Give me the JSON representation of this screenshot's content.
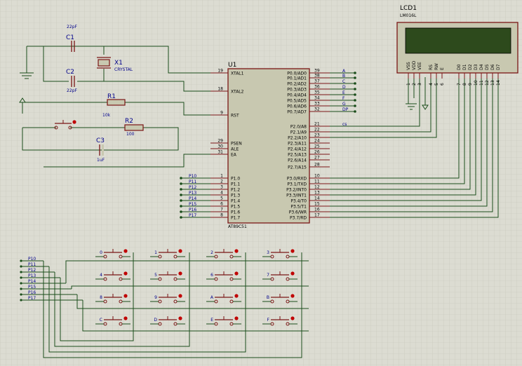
{
  "mcu": {
    "ref": "U1",
    "part": "AT89C51",
    "left_pins": [
      {
        "num": "19",
        "name": "XTAL1"
      },
      {
        "num": "18",
        "name": "XTAL2"
      },
      {
        "num": "9",
        "name": "RST"
      },
      {
        "num": "29",
        "name": "PSEN"
      },
      {
        "num": "30",
        "name": "ALE"
      },
      {
        "num": "31",
        "name": "EA"
      },
      {
        "num": "1",
        "name": "P1.0",
        "net": "P10"
      },
      {
        "num": "2",
        "name": "P1.1",
        "net": "P11"
      },
      {
        "num": "3",
        "name": "P1.2",
        "net": "P12"
      },
      {
        "num": "4",
        "name": "P1.3",
        "net": "P13"
      },
      {
        "num": "5",
        "name": "P1.4",
        "net": "P14"
      },
      {
        "num": "6",
        "name": "P1.5",
        "net": "P15"
      },
      {
        "num": "7",
        "name": "P1.6",
        "net": "P16"
      },
      {
        "num": "8",
        "name": "P1.7",
        "net": "P17"
      }
    ],
    "right_pins": [
      {
        "num": "39",
        "name": "P0.0/AD0",
        "net": "A"
      },
      {
        "num": "38",
        "name": "P0.1/AD1",
        "net": "B"
      },
      {
        "num": "37",
        "name": "P0.2/AD2",
        "net": "C"
      },
      {
        "num": "36",
        "name": "P0.3/AD3",
        "net": "D"
      },
      {
        "num": "35",
        "name": "P0.4/AD4",
        "net": "E"
      },
      {
        "num": "34",
        "name": "P0.5/AD5",
        "net": "F"
      },
      {
        "num": "33",
        "name": "P0.6/AD6",
        "net": "G"
      },
      {
        "num": "32",
        "name": "P0.7/AD7",
        "net": "DP"
      },
      {
        "num": "21",
        "name": "P2.0/A8",
        "net": "cs"
      },
      {
        "num": "22",
        "name": "P2.1/A9",
        "net": ""
      },
      {
        "num": "23",
        "name": "P2.2/A10",
        "net": ""
      },
      {
        "num": "24",
        "name": "P2.3/A11",
        "net": ""
      },
      {
        "num": "25",
        "name": "P2.4/A12",
        "net": ""
      },
      {
        "num": "26",
        "name": "P2.5/A13",
        "net": ""
      },
      {
        "num": "27",
        "name": "P2.6/A14",
        "net": ""
      },
      {
        "num": "28",
        "name": "P2.7/A15",
        "net": ""
      },
      {
        "num": "10",
        "name": "P3.0/RXD",
        "net": ""
      },
      {
        "num": "11",
        "name": "P3.1/TXD",
        "net": ""
      },
      {
        "num": "12",
        "name": "P3.2/INT0",
        "net": ""
      },
      {
        "num": "13",
        "name": "P3.3/INT1",
        "net": ""
      },
      {
        "num": "14",
        "name": "P3.4/T0",
        "net": ""
      },
      {
        "num": "15",
        "name": "P3.5/T1",
        "net": ""
      },
      {
        "num": "16",
        "name": "P3.6/WR",
        "net": ""
      },
      {
        "num": "17",
        "name": "P3.7/RD",
        "net": ""
      }
    ]
  },
  "lcd": {
    "ref": "LCD1",
    "part": "LM016L",
    "pins": [
      {
        "num": "1",
        "name": "VSS"
      },
      {
        "num": "2",
        "name": "VDD"
      },
      {
        "num": "3",
        "name": "VEE"
      },
      {
        "num": "4",
        "name": "RS"
      },
      {
        "num": "5",
        "name": "RW"
      },
      {
        "num": "6",
        "name": "E"
      },
      {
        "num": "7",
        "name": "D0"
      },
      {
        "num": "8",
        "name": "D1"
      },
      {
        "num": "9",
        "name": "D2"
      },
      {
        "num": "10",
        "name": "D3"
      },
      {
        "num": "11",
        "name": "D4"
      },
      {
        "num": "12",
        "name": "D5"
      },
      {
        "num": "13",
        "name": "D6"
      },
      {
        "num": "14",
        "name": "D7"
      }
    ]
  },
  "components": {
    "c1": {
      "ref": "C1",
      "value": "22pF"
    },
    "c2": {
      "ref": "C2",
      "value": "22pF"
    },
    "x1": {
      "ref": "X1",
      "value": "CRYSTAL"
    },
    "r1": {
      "ref": "R1",
      "value": "10k"
    },
    "r2": {
      "ref": "R2",
      "value": "100"
    },
    "c3": {
      "ref": "C3",
      "value": "1uF"
    }
  },
  "keypad": {
    "rows": [
      [
        "0",
        "1",
        "2",
        "3"
      ],
      [
        "4",
        "5",
        "6",
        "7"
      ],
      [
        "8",
        "9",
        "A",
        "B"
      ],
      [
        "C",
        "D",
        "E",
        "F"
      ]
    ],
    "net_labels": [
      "P10",
      "P11",
      "P12",
      "P13",
      "P14",
      "P15",
      "P16",
      "P17"
    ]
  },
  "colors": {
    "background": "#dcdcd2",
    "grid": "#c8c8bc",
    "wire": "#1a4d1a",
    "component": "#7a1515",
    "body_fill": "#c8c8b0",
    "label": "#00008b",
    "lcd_screen": "#2d4a1c"
  }
}
